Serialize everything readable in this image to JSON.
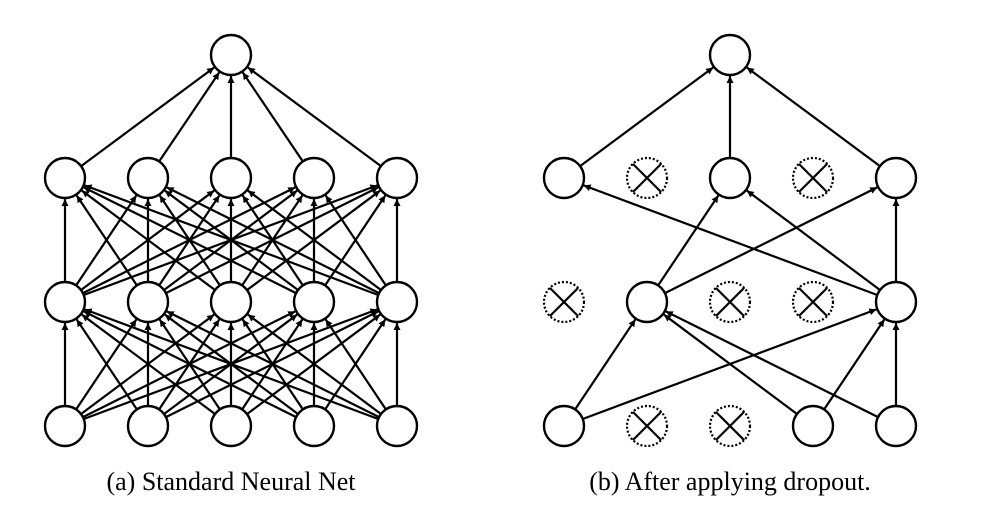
{
  "panels": [
    {
      "id": "a",
      "caption": "(a) Standard Neural Net",
      "layers": [
        {
          "name": "input",
          "units": [
            {
              "active": true
            },
            {
              "active": true
            },
            {
              "active": true
            },
            {
              "active": true
            },
            {
              "active": true
            }
          ]
        },
        {
          "name": "hidden-1",
          "units": [
            {
              "active": true
            },
            {
              "active": true
            },
            {
              "active": true
            },
            {
              "active": true
            },
            {
              "active": true
            }
          ]
        },
        {
          "name": "hidden-2",
          "units": [
            {
              "active": true
            },
            {
              "active": true
            },
            {
              "active": true
            },
            {
              "active": true
            },
            {
              "active": true
            }
          ]
        },
        {
          "name": "output",
          "units": [
            {
              "active": true
            }
          ]
        }
      ],
      "connections": "full"
    },
    {
      "id": "b",
      "caption": "(b) After applying dropout.",
      "layers": [
        {
          "name": "input",
          "units": [
            {
              "active": true
            },
            {
              "active": false
            },
            {
              "active": false
            },
            {
              "active": true
            },
            {
              "active": true
            }
          ]
        },
        {
          "name": "hidden-1",
          "units": [
            {
              "active": false
            },
            {
              "active": true
            },
            {
              "active": false
            },
            {
              "active": false
            },
            {
              "active": true
            }
          ]
        },
        {
          "name": "hidden-2",
          "units": [
            {
              "active": true
            },
            {
              "active": false
            },
            {
              "active": true
            },
            {
              "active": false
            },
            {
              "active": true
            }
          ]
        },
        {
          "name": "output",
          "units": [
            {
              "active": true
            }
          ]
        }
      ],
      "connections": "active-only"
    }
  ]
}
